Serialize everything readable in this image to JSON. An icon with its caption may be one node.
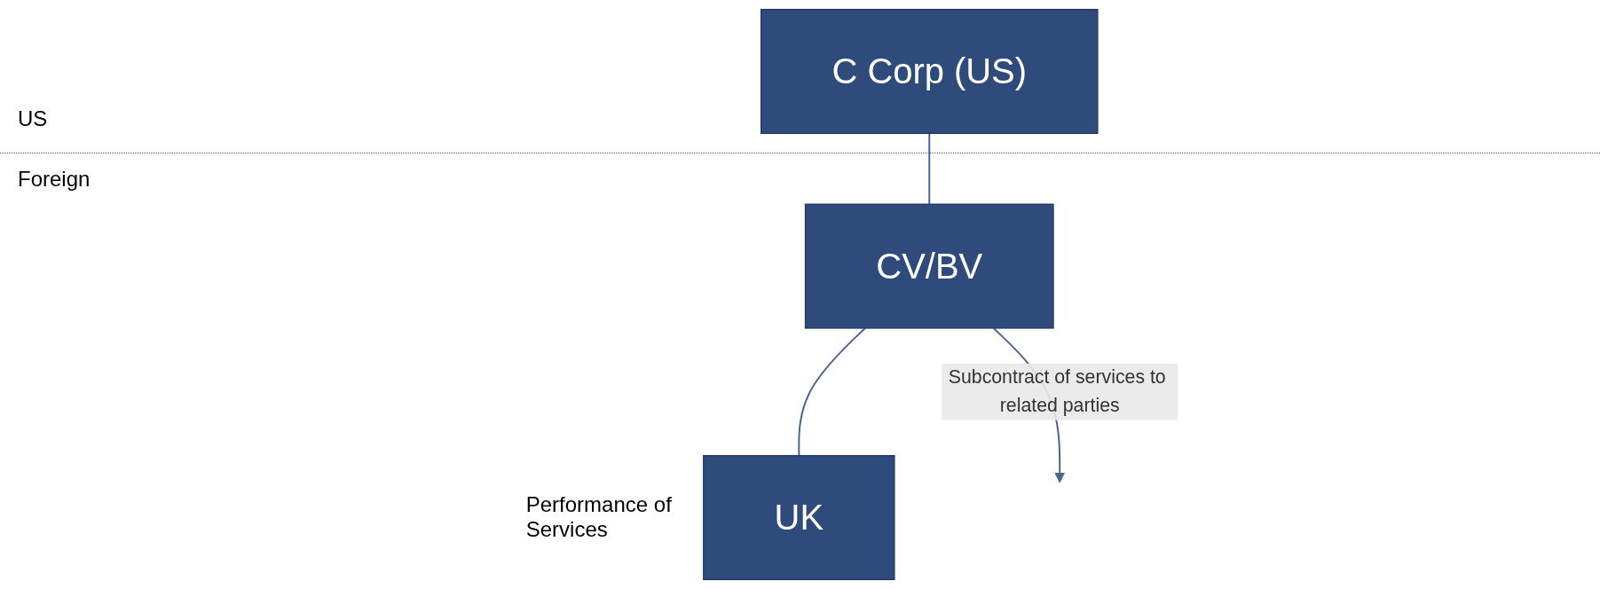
{
  "diagram": {
    "nodes": [
      {
        "text": [
          "C Corp (US)"
        ]
      },
      {
        "text": [
          "CV/BV"
        ]
      },
      {
        "text": [
          "UK"
        ],
        "beside": [
          "Performance of Services"
        ]
      }
    ],
    "edges": [
      {
        "from": 0,
        "to": 1,
        "arrow": "none"
      },
      {
        "from": 1,
        "to": 2,
        "arrow": "none"
      },
      {
        "from": 1,
        "to": null,
        "arrow": "to",
        "label": "Subcontract of services to related parties"
      }
    ],
    "labels": [
      "US",
      "Foreign"
    ]
  }
}
